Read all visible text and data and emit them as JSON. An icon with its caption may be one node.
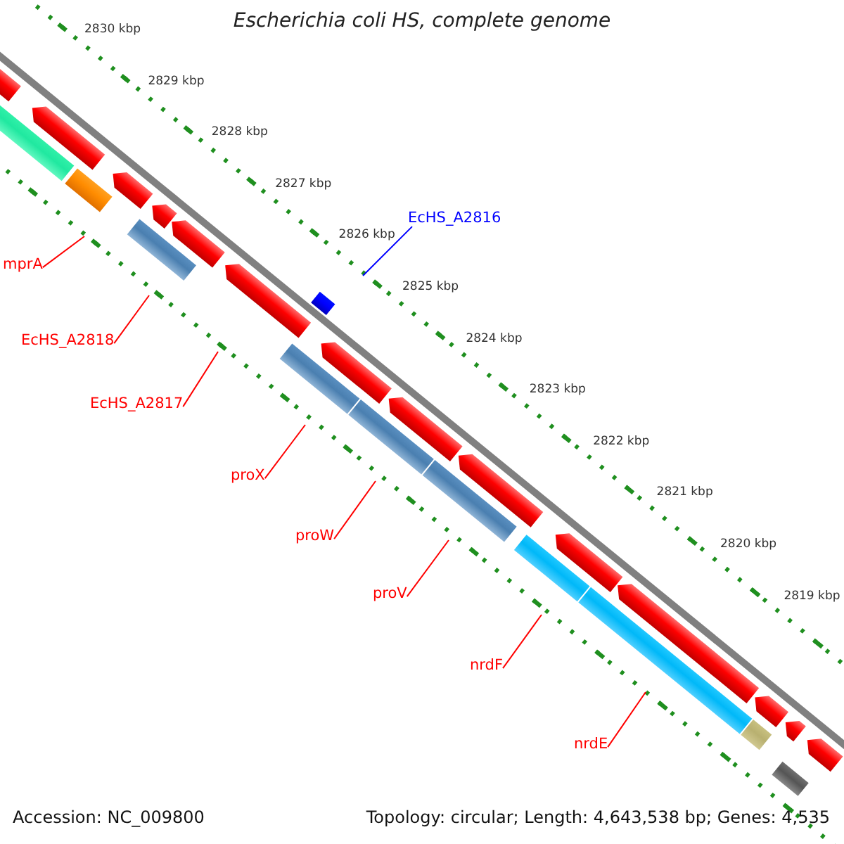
{
  "diagram": {
    "title": "Escherichia coli HS, complete genome",
    "nodes": [
      {
        "text": [
          "mprA"
        ]
      },
      {
        "text": [
          "EcHS_A2818"
        ]
      },
      {
        "text": [
          "EcHS_A2817"
        ]
      },
      {
        "text": [
          "proX"
        ]
      },
      {
        "text": [
          "proW"
        ]
      },
      {
        "text": [
          "proV"
        ]
      },
      {
        "text": [
          "nrdF"
        ]
      },
      {
        "text": [
          "nrdE"
        ]
      },
      {
        "text": [
          "EcHS_A2816"
        ]
      }
    ],
    "edges": [
      {
        "from": 0,
        "to": null,
        "arrow": "none"
      },
      {
        "from": 1,
        "to": null,
        "arrow": "none"
      },
      {
        "from": 2,
        "to": null,
        "arrow": "none"
      },
      {
        "from": 3,
        "to": null,
        "arrow": "none"
      },
      {
        "from": 4,
        "to": null,
        "arrow": "none"
      },
      {
        "from": 5,
        "to": null,
        "arrow": "none"
      },
      {
        "from": 6,
        "to": null,
        "arrow": "none"
      },
      {
        "from": 7,
        "to": null,
        "arrow": "none"
      },
      {
        "from": 8,
        "to": null,
        "arrow": "none",
        "color": "#0000ff"
      }
    ],
    "labels": [
      "2830 kbp",
      "2829 kbp",
      "2828 kbp",
      "2827 kbp",
      "2826 kbp",
      "2825 kbp",
      "2824 kbp",
      "2823 kbp",
      "2822 kbp",
      "2821 kbp",
      "2820 kbp",
      "2819 kbp",
      "Accession: NC_009800",
      "Topology: circular; Length: 4,643,538 bp; Genes: 4,535"
    ]
  }
}
